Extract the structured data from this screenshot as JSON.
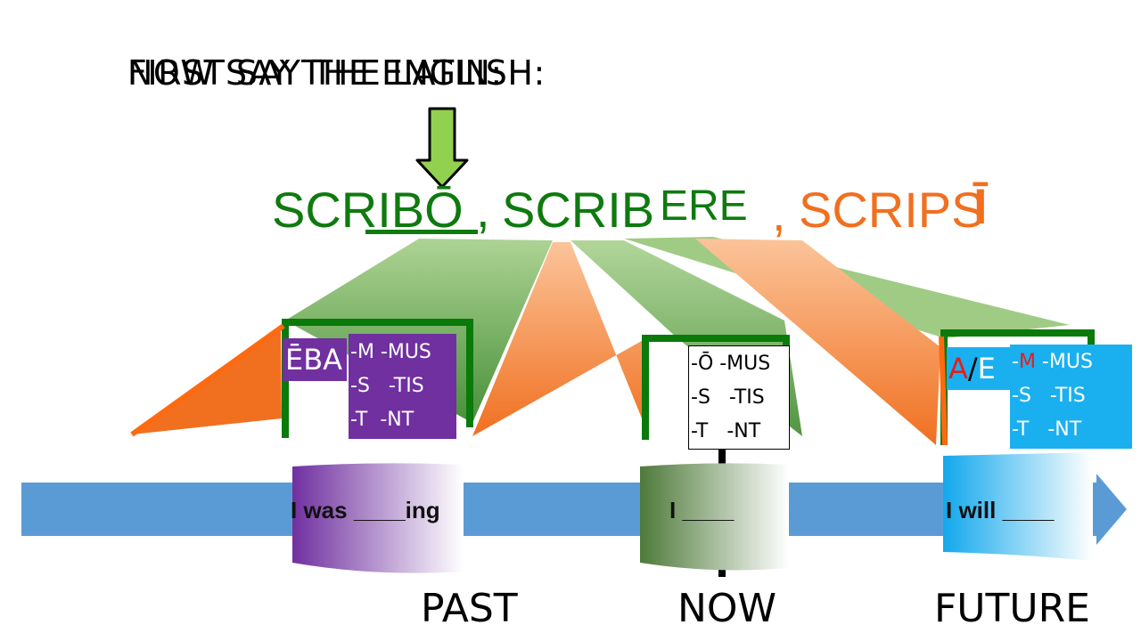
{
  "titles": {
    "first": "FIRST SAY THE LATIN:",
    "second": "NOW SAY THE ENGLISH:"
  },
  "principal_parts": {
    "part1": "SCRIBŌ",
    "comma1": ",",
    "part2": "SCRIB",
    "part2_ending": "ERE",
    "comma2": ",",
    "part3": "SCRIPS",
    "part3_ending": "Ī"
  },
  "past_box": {
    "marker": "ĒBA",
    "endings": [
      "-M -MUS",
      "-S   -TIS",
      "-T  -NT"
    ]
  },
  "present_box": {
    "endings": [
      "-Ō -MUS",
      "-S   -TIS",
      "-T   -NT"
    ]
  },
  "future_box": {
    "marker_a": "A",
    "marker_sep": "/",
    "marker_e": "E",
    "endings_first_prefix": "-",
    "endings_first_m": "M",
    "endings_first_rest": " -MUS",
    "endings": [
      "-S   -TIS",
      "-T   -NT"
    ]
  },
  "timeline": {
    "past_label": "I was ____ing",
    "now_label": "I ____",
    "future_label": "I will ____"
  },
  "tenses": {
    "past": "PAST",
    "now": "NOW",
    "future": "FUTURE"
  },
  "colors": {
    "green": "#0f7a0f",
    "orange": "#f07020",
    "purple": "#7030a0",
    "blue": "#1ab0f0",
    "timeline": "#5b9bd5",
    "arrow": "#92d050"
  }
}
